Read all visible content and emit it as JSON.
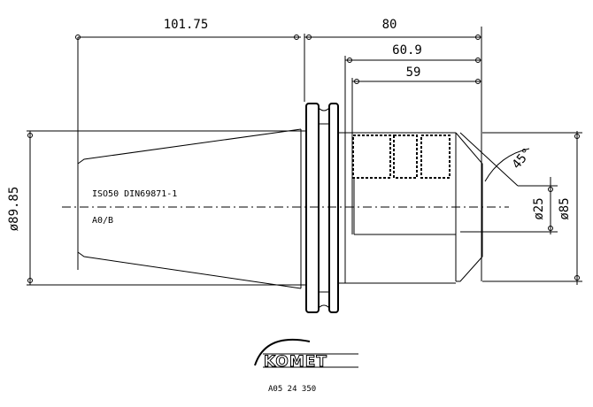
{
  "dimensions": {
    "shank_length": "101.75",
    "overall_length": "80",
    "length_a": "60.9",
    "length_b": "59",
    "flange_dia": "ø89.85",
    "bore_dia": "ø25",
    "body_dia": "ø85",
    "chamfer_angle": "45°"
  },
  "notes": {
    "taper_spec": "ISO50 DIN69871-1",
    "form": "A0/B"
  },
  "brand": {
    "name": "KOMET",
    "part_number": "A05 24 350"
  }
}
